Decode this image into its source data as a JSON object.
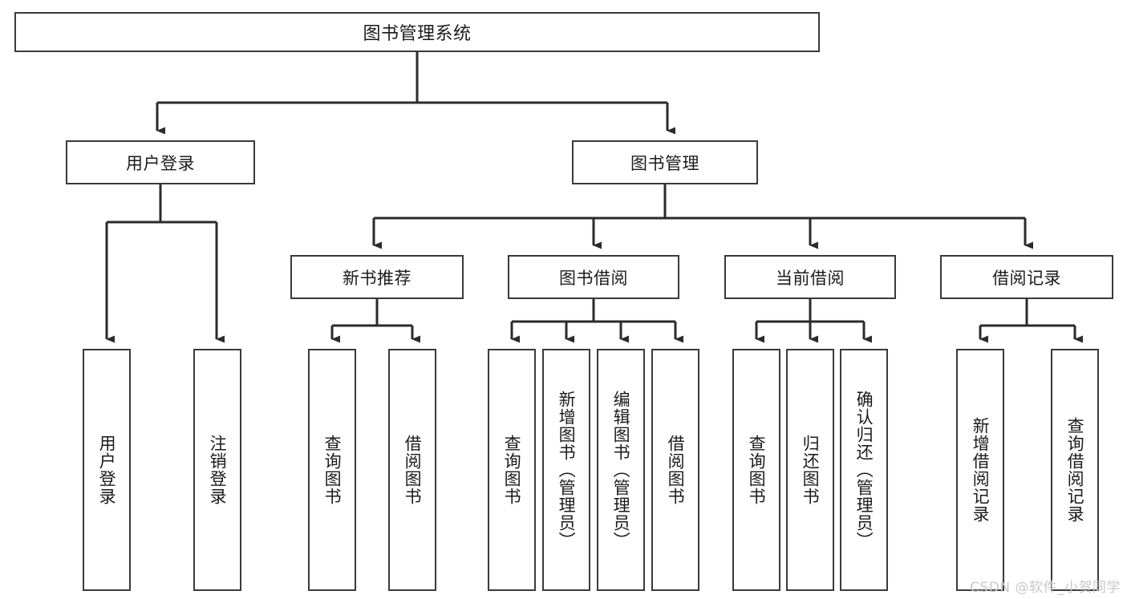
{
  "diagram": {
    "title": "图书管理系统",
    "type": "tree-hierarchy",
    "colors": {
      "box_border": "#3a3a3a",
      "box_fill": "#ffffff",
      "line": "#2b2b2b",
      "text": "#1b1b1b",
      "watermark": "#c9c9c9",
      "background": "#ffffff"
    },
    "watermark": "CSDN @软件_小贺同学"
  },
  "nodes": {
    "root": {
      "label": "图书管理系统"
    },
    "level2": [
      {
        "label": "用户登录"
      },
      {
        "label": "图书管理"
      }
    ],
    "level3": [
      {
        "label": "新书推荐"
      },
      {
        "label": "图书借阅"
      },
      {
        "label": "当前借阅"
      },
      {
        "label": "借阅记录"
      }
    ],
    "leaves": [
      {
        "label": "用户登录",
        "parent": "用户登录"
      },
      {
        "label": "注销登录",
        "parent": "用户登录"
      },
      {
        "label": "查询图书",
        "parent": "新书推荐"
      },
      {
        "label": "借阅图书",
        "parent": "新书推荐"
      },
      {
        "label": "查询图书",
        "parent": "图书借阅"
      },
      {
        "label": "新增图书（管理员）",
        "parent": "图书借阅"
      },
      {
        "label": "编辑图书（管理员）",
        "parent": "图书借阅"
      },
      {
        "label": "借阅图书",
        "parent": "图书借阅"
      },
      {
        "label": "查询图书",
        "parent": "当前借阅"
      },
      {
        "label": "归还图书",
        "parent": "当前借阅"
      },
      {
        "label": "确认归还（管理员）",
        "parent": "当前借阅"
      },
      {
        "label": "新增借阅记录",
        "parent": "借阅记录"
      },
      {
        "label": "查询借阅记录",
        "parent": "借阅记录"
      }
    ]
  }
}
